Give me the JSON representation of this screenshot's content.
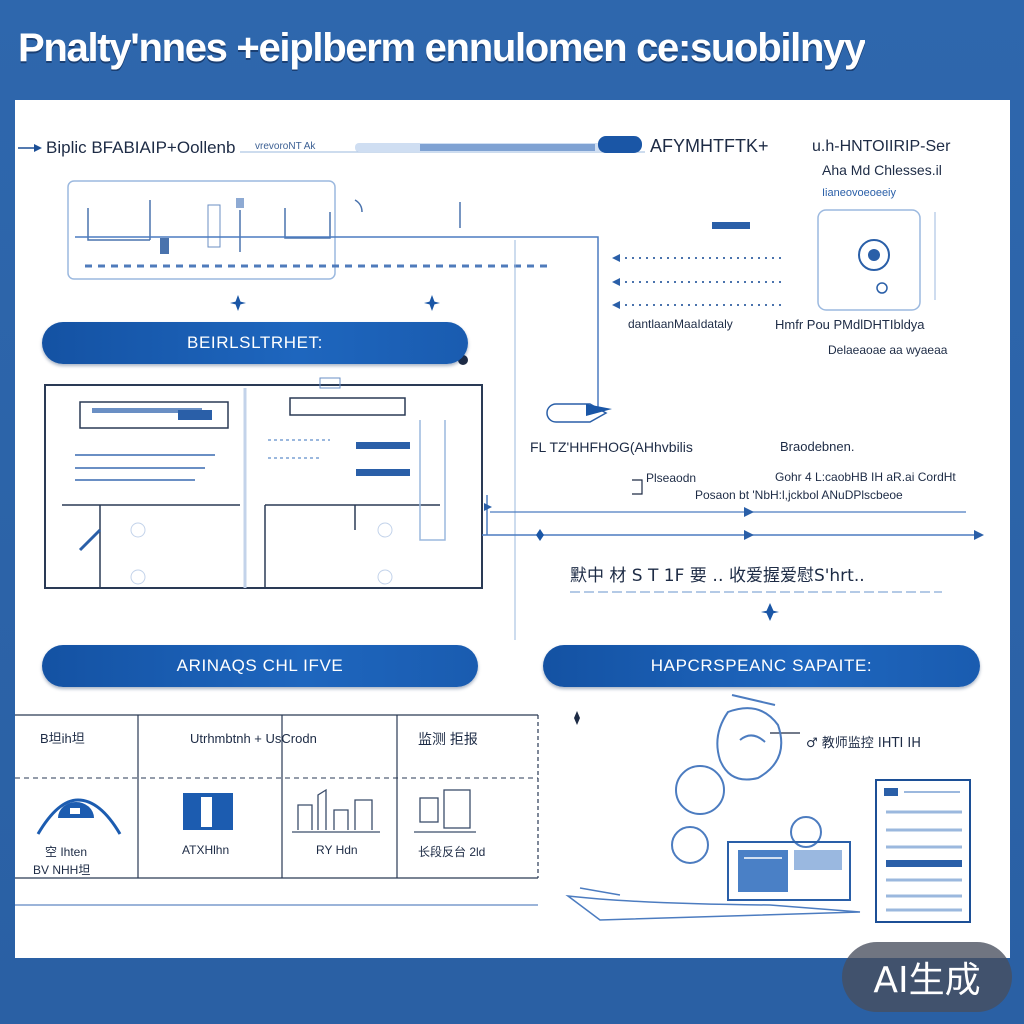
{
  "title": "Pnalty'nnes +eiplberm ennulomen ce:suobilnyy",
  "colors": {
    "frame": "#2c64aa",
    "accent": "#1a58aa",
    "ink": "#1d2b45",
    "panel": "#ffffff"
  },
  "top_flow": {
    "left_label": "Biplic BFABIAIP+Oollenb",
    "small_label": "vrevoroNT Ak",
    "mid_label": "AFYMHTFTK+",
    "right_label": "u.h-HNTOIIRIP-Ser"
  },
  "right_panel": {
    "line1": "Aha Md Chlesses.il",
    "line2": "Iianeovoeoeeiy",
    "caption_left": "dantlaanMaaIdataly",
    "caption_right": "Hmfr Pou PMdlDHTIbldya",
    "caption_sub": "Delaeaoae aa wyaeaa"
  },
  "sections": {
    "top": "BEIRLSLTRHET:",
    "left": "ARINAQS CHL IFVE",
    "right": "HAPCRSPEANC SAPAITE:"
  },
  "flow_notes": {
    "a": "FL TZ'HHFHOG(AHhvbilis",
    "b": "Braodebnen.",
    "c": "Plseaodn",
    "d": "Gohr 4 L:caobHB IH aR.ai CordHt",
    "e": "Posaon bt 'NbH:l,jckbol ANuDPlscbeoe",
    "f": "默中 材 S T 1F 要 ‥ 收爱握爱慰S'hrt.."
  },
  "table": {
    "header": [
      "B坦ih坦",
      "Utrhmbtnh + UsCrodn",
      "监测 拒报"
    ],
    "cells": [
      [
        "空 Ihten",
        "BV NHH坦"
      ],
      [
        "ATXHlhn"
      ],
      [
        "RY Hdn"
      ],
      [
        "长段反台 2ld"
      ]
    ]
  },
  "illustration_label": "♂ 教师监控 IHTI IH",
  "icons": {
    "top": [
      "arrow-right-icon",
      "progress-bar-icon",
      "user-circle-icon"
    ],
    "table": [
      "dome-icon",
      "clipboard-icon",
      "sketch-tools-icon",
      "sketch-device-icon"
    ],
    "illustration": [
      "bubble-icon",
      "laptop-icon",
      "document-icon"
    ]
  },
  "watermark": "AI生成"
}
